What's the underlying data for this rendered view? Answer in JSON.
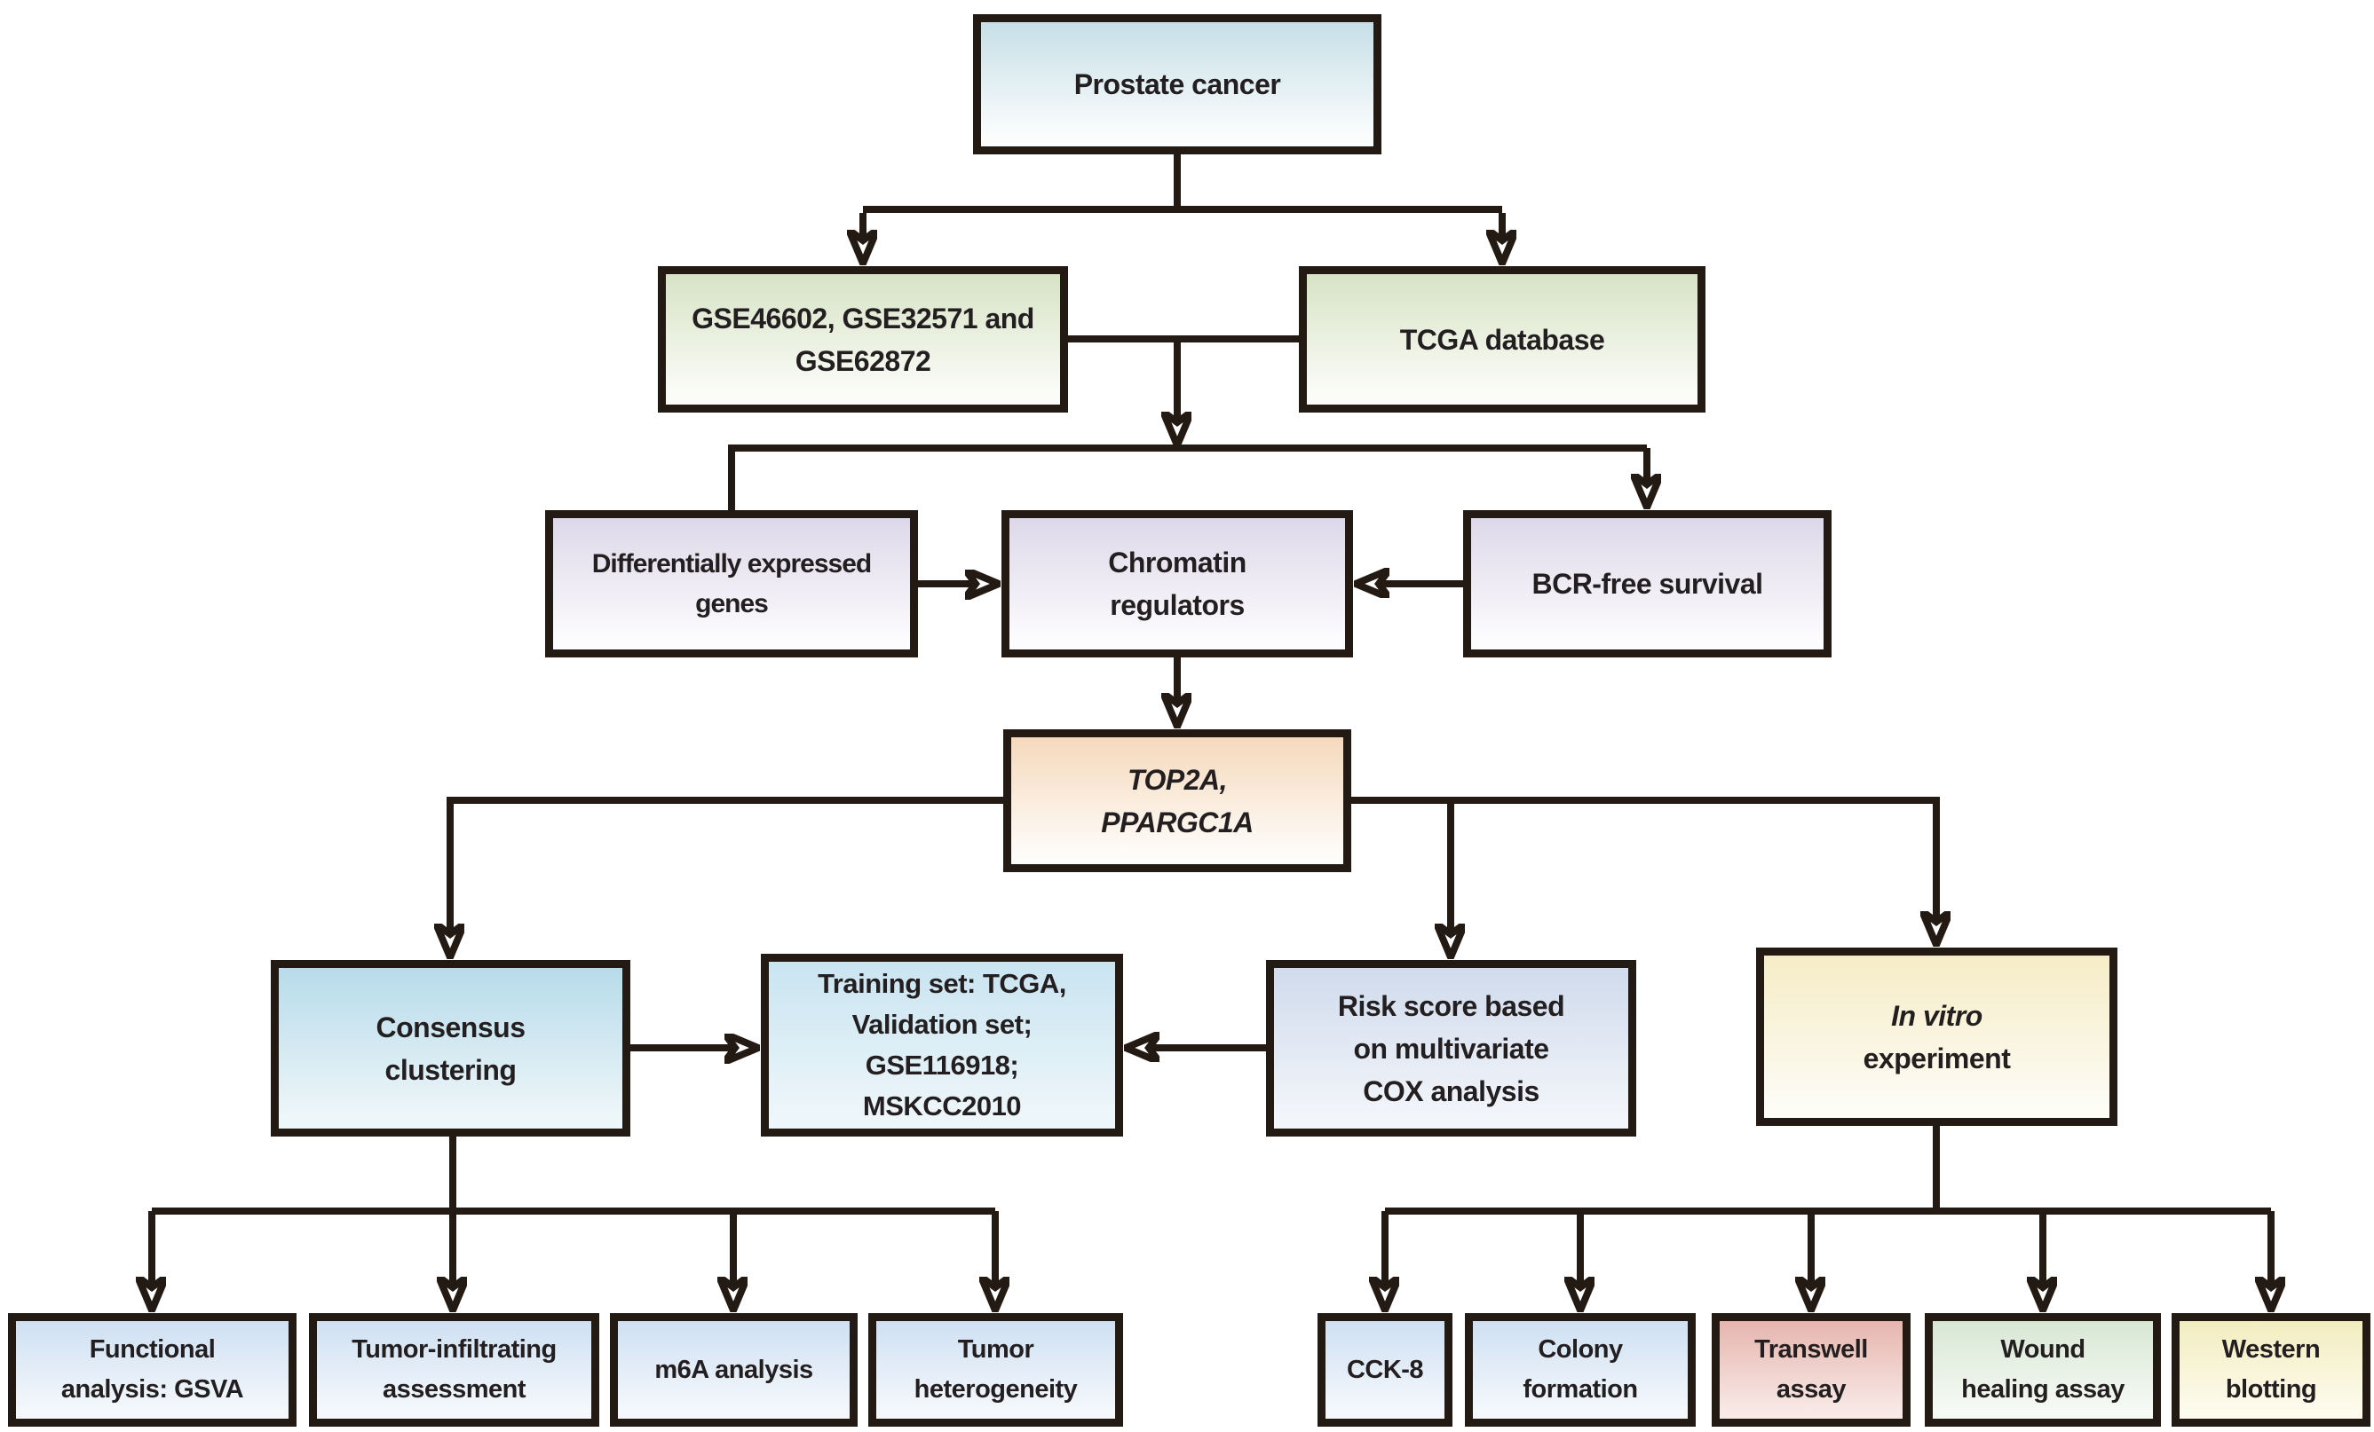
{
  "figure": {
    "type": "flowchart",
    "background": "#ffffff",
    "line_color": "#241a14",
    "text_color": "#231f20"
  },
  "nodes": {
    "prostate_cancer": {
      "label": "Prostate cancer",
      "fill_top": "#c6dfe7",
      "fill_bottom": "#fbfdfd"
    },
    "geo_datasets": {
      "label": "GSE46602, GSE32571 and\nGSE62872",
      "fill_top": "#d7e3c5",
      "fill_bottom": "#fbfcf8"
    },
    "tcga_database": {
      "label": "TCGA database",
      "fill_top": "#d7e3c5",
      "fill_bottom": "#fbfcf8"
    },
    "deg": {
      "label": "Differentially expressed\ngenes",
      "fill_top": "#ddd8e9",
      "fill_bottom": "#fcfbfd"
    },
    "chromatin_regulators": {
      "label": "Chromatin\nregulators",
      "fill_top": "#ddd8e9",
      "fill_bottom": "#fcfbfd"
    },
    "bcr_free_survival": {
      "label": "BCR-free survival",
      "fill_top": "#ddd8e9",
      "fill_bottom": "#fcfbfd"
    },
    "hub_genes": {
      "label": "TOP2A,\nPPARGC1A",
      "fill_top": "#f5d9bc",
      "fill_bottom": "#fefcf9"
    },
    "consensus_clustering": {
      "label": "Consensus\nclustering",
      "fill_top": "#b7dbea",
      "fill_bottom": "#edf6f9"
    },
    "training_validation": {
      "label": "Training set: TCGA,\nValidation set;\nGSE116918;\nMSKCC2010",
      "fill_top": "#c9e4f1",
      "fill_bottom": "#edf6fa"
    },
    "risk_score": {
      "label": "Risk score based\non multivariate\nCOX analysis",
      "fill_top": "#d0dbec",
      "fill_bottom": "#f2f5fa"
    },
    "in_vitro": {
      "line1": "In vitro",
      "line2": "experiment",
      "fill_top": "#f6ecc6",
      "fill_bottom": "#fdfcf5"
    },
    "functional_gsva": {
      "label": "Functional\nanalysis: GSVA",
      "fill_top": "#cfe0f2",
      "fill_bottom": "#f4f8fc"
    },
    "tumor_infiltrating": {
      "label": "Tumor-infiltrating\nassessment",
      "fill_top": "#cfe0f2",
      "fill_bottom": "#f4f8fc"
    },
    "m6a_analysis": {
      "label": "m6A analysis",
      "fill_top": "#cfe0f2",
      "fill_bottom": "#f4f8fc"
    },
    "tumor_heterogeneity": {
      "label": "Tumor\nheterogeneity",
      "fill_top": "#cfe0f2",
      "fill_bottom": "#f4f8fc"
    },
    "cck8": {
      "label": "CCK-8",
      "fill_top": "#cfe0f2",
      "fill_bottom": "#f4f8fc"
    },
    "colony_formation": {
      "label": "Colony\nformation",
      "fill_top": "#cfe0f2",
      "fill_bottom": "#f4f8fc"
    },
    "transwell_assay": {
      "label": "Transwell\nassay",
      "fill_top": "#e6b5ae",
      "fill_bottom": "#f8e9e6"
    },
    "wound_healing": {
      "label": "Wound\nhealing assay",
      "fill_top": "#d8e7d4",
      "fill_bottom": "#f6faf5"
    },
    "western_blotting": {
      "label": "Western\nblotting",
      "fill_top": "#f2edc0",
      "fill_bottom": "#fdfbed"
    }
  },
  "edges": [
    {
      "from": "prostate_cancer",
      "to": "geo_datasets"
    },
    {
      "from": "prostate_cancer",
      "to": "tcga_database"
    },
    {
      "from": "geo_datasets + tcga_database",
      "to": "deg"
    },
    {
      "from": "geo_datasets + tcga_database",
      "to": "bcr_free_survival"
    },
    {
      "from": "deg",
      "to": "chromatin_regulators"
    },
    {
      "from": "bcr_free_survival",
      "to": "chromatin_regulators"
    },
    {
      "from": "chromatin_regulators",
      "to": "hub_genes"
    },
    {
      "from": "hub_genes",
      "to": "consensus_clustering"
    },
    {
      "from": "hub_genes",
      "to": "risk_score"
    },
    {
      "from": "hub_genes",
      "to": "in_vitro"
    },
    {
      "from": "consensus_clustering",
      "to": "training_validation"
    },
    {
      "from": "risk_score",
      "to": "training_validation"
    },
    {
      "from": "consensus_clustering",
      "to": "functional_gsva"
    },
    {
      "from": "consensus_clustering",
      "to": "tumor_infiltrating"
    },
    {
      "from": "consensus_clustering",
      "to": "m6a_analysis"
    },
    {
      "from": "consensus_clustering",
      "to": "tumor_heterogeneity"
    },
    {
      "from": "in_vitro",
      "to": "cck8"
    },
    {
      "from": "in_vitro",
      "to": "colony_formation"
    },
    {
      "from": "in_vitro",
      "to": "transwell_assay"
    },
    {
      "from": "in_vitro",
      "to": "wound_healing"
    },
    {
      "from": "in_vitro",
      "to": "western_blotting"
    }
  ]
}
